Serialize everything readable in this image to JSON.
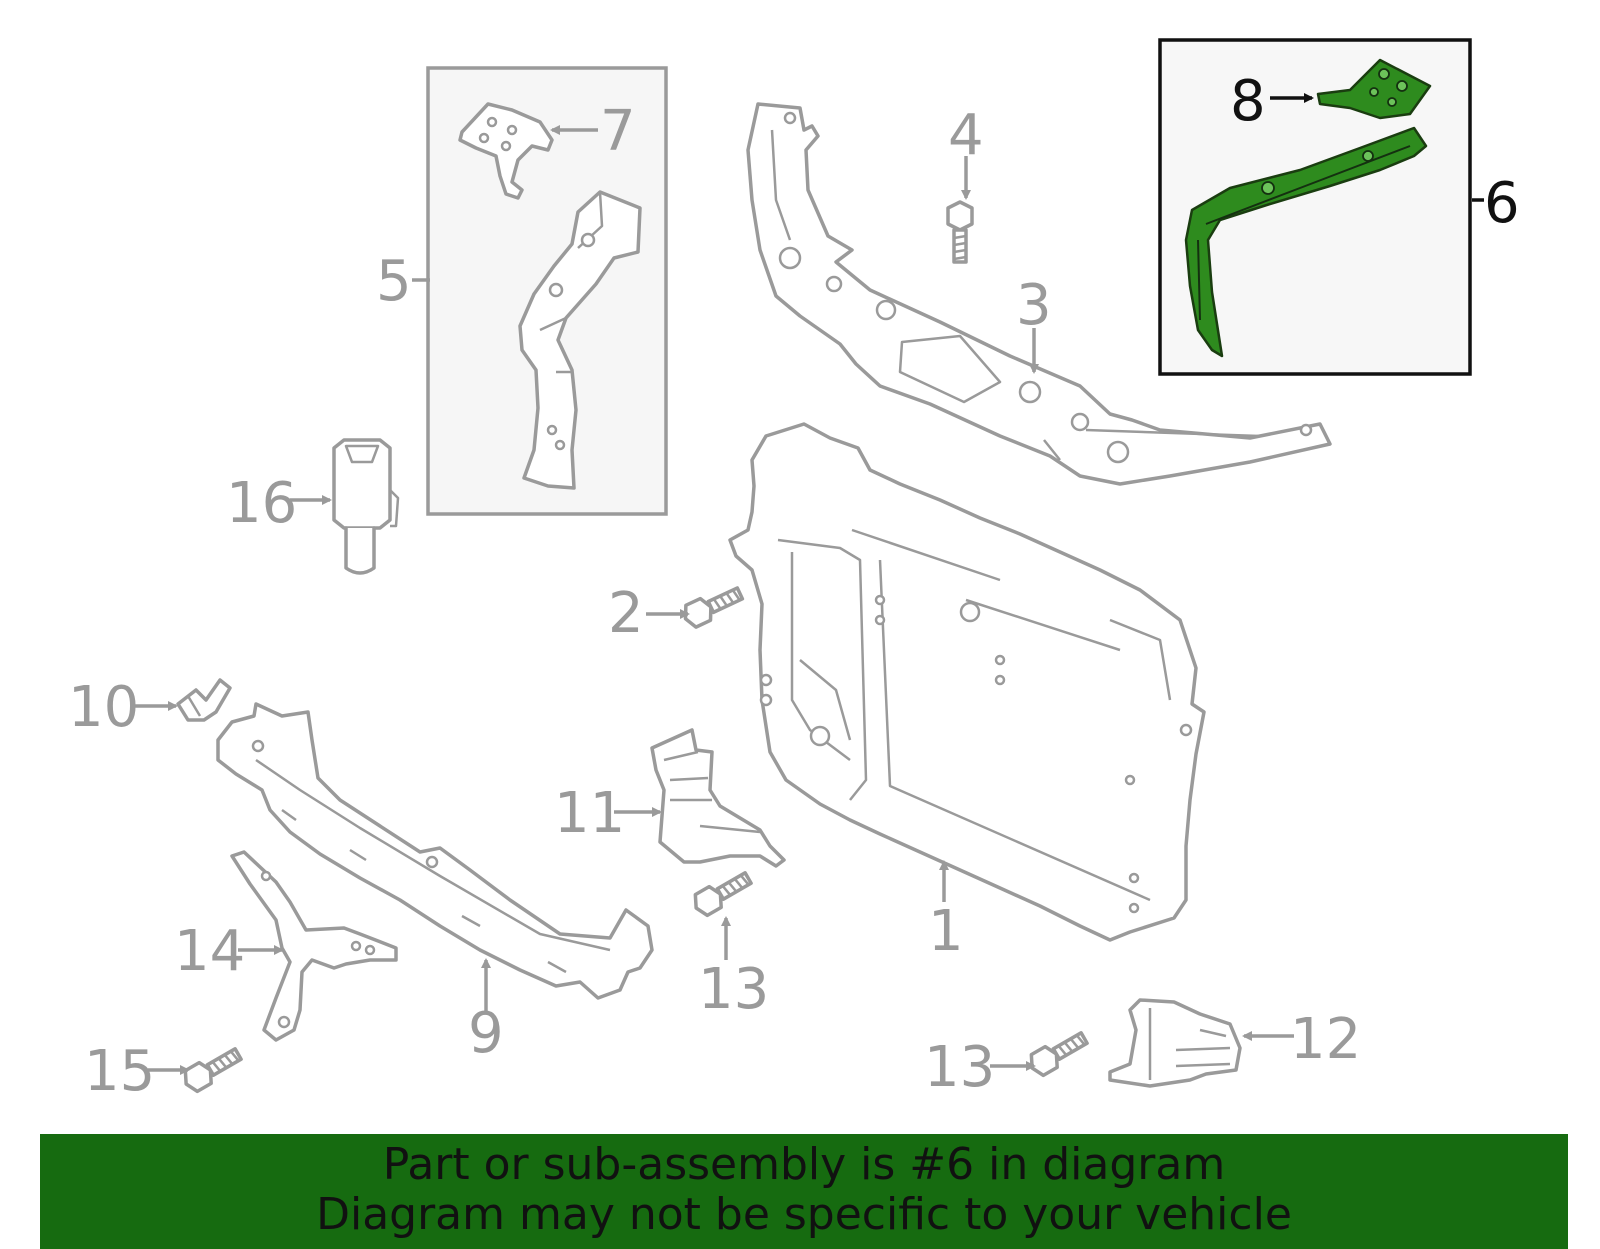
{
  "diagram": {
    "callouts": {
      "c1": "1",
      "c2": "2",
      "c3": "3",
      "c4": "4",
      "c5": "5",
      "c6": "6",
      "c7": "7",
      "c8": "8",
      "c9": "9",
      "c10": "10",
      "c11": "11",
      "c12": "12",
      "c13a": "13",
      "c13b": "13",
      "c14": "14",
      "c15": "15",
      "c16": "16"
    },
    "highlighted_part": "6",
    "colors": {
      "highlight": "#2e8b1e",
      "banner": "#166b10",
      "line": "#9a9a9a"
    }
  },
  "banner": {
    "line1": "Part or sub-assembly is #6 in diagram",
    "line2": "Diagram may not be specific to your vehicle"
  }
}
